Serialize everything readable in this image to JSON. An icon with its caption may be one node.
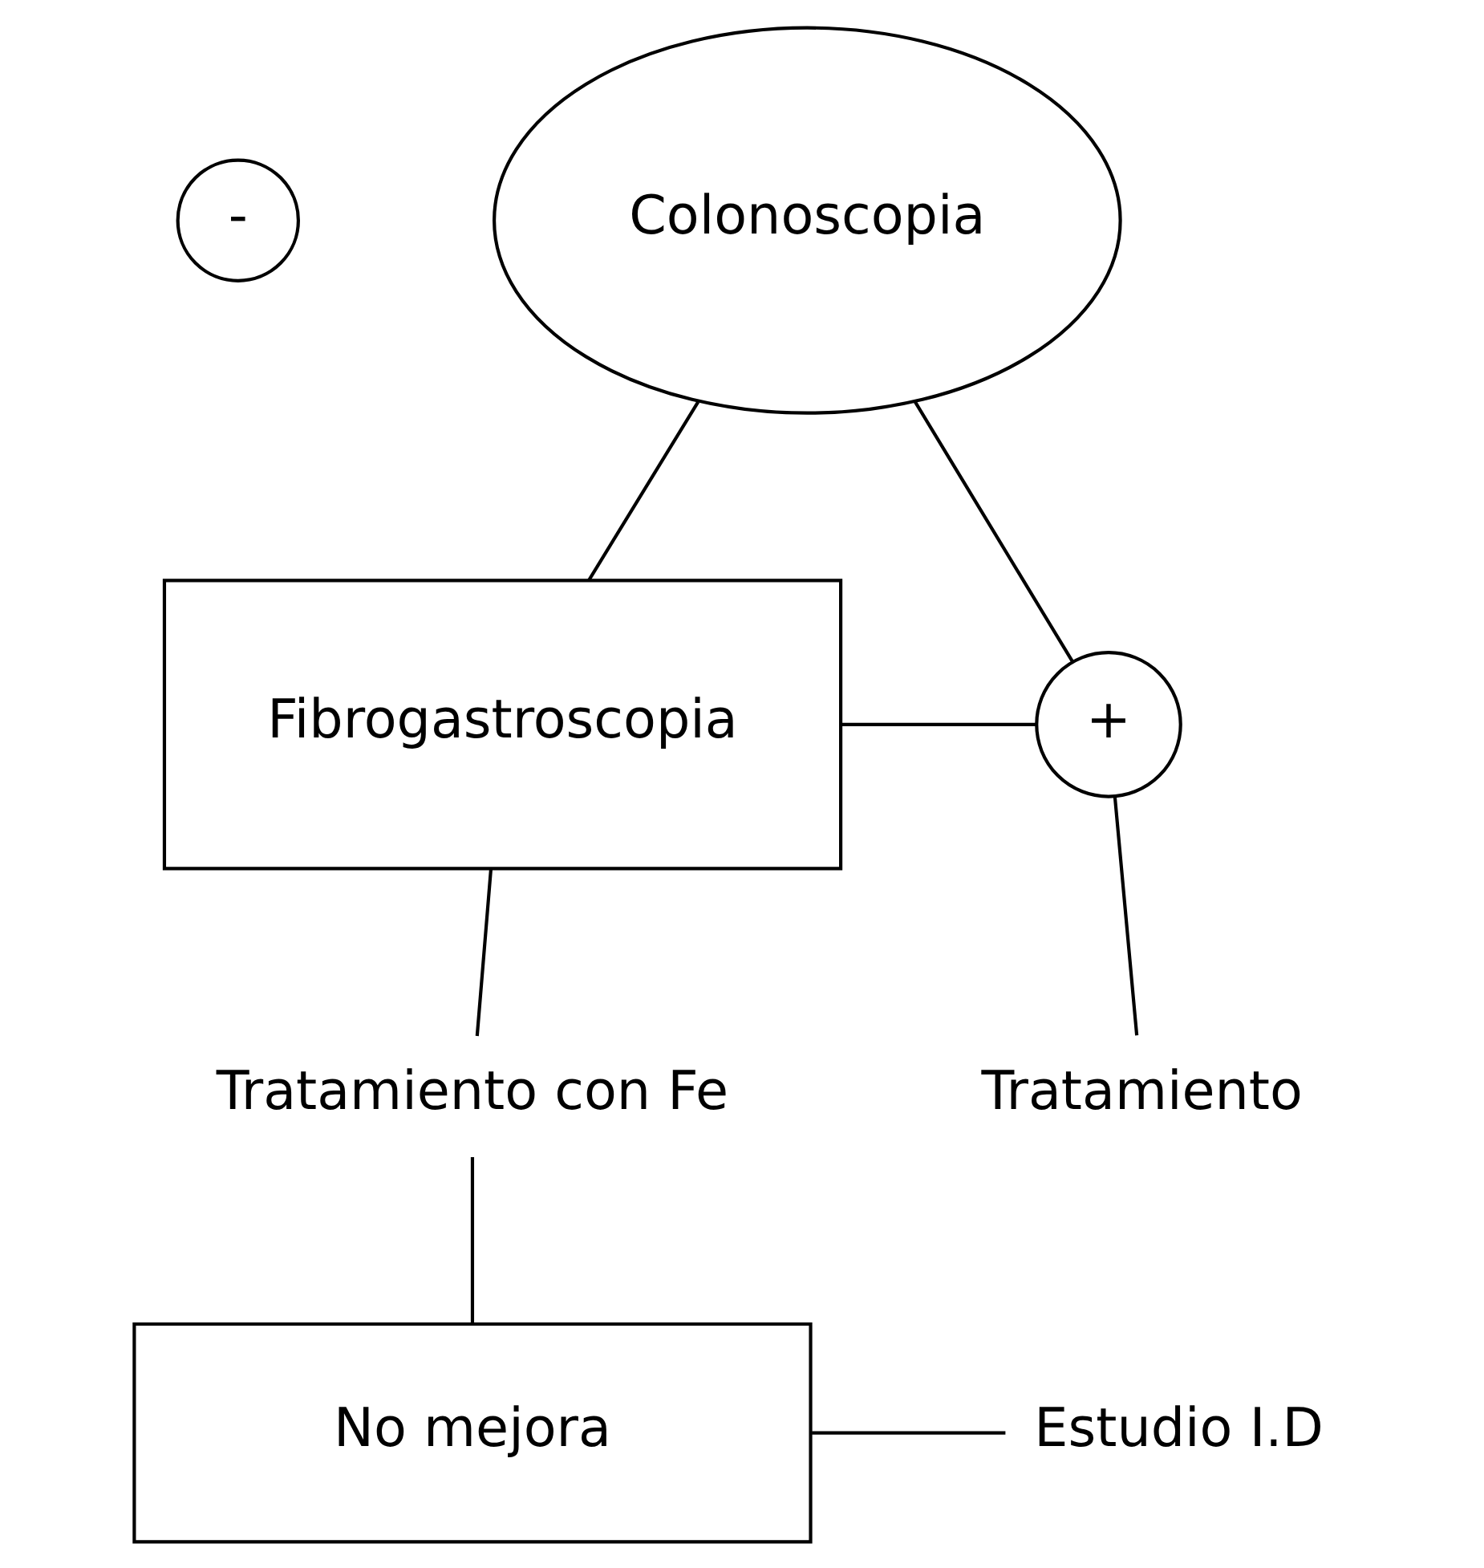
{
  "diagram": {
    "nodes": [
      {
        "text": [
          "-"
        ]
      },
      {
        "text": [
          "Colonoscopia"
        ]
      },
      {
        "text": [
          "Fibrogastroscopia"
        ]
      },
      {
        "text": [
          "+"
        ]
      },
      {
        "text": [
          "Tratamiento"
        ]
      },
      {
        "text": [
          "Tratamiento con Fe"
        ]
      },
      {
        "text": [
          "No mejora"
        ]
      },
      {
        "text": [
          "Estudio I.D"
        ]
      }
    ],
    "edges": [
      {
        "from": 1,
        "to": 2,
        "arrow": "none"
      },
      {
        "from": 1,
        "to": 3,
        "arrow": "none"
      },
      {
        "from": 2,
        "to": 3,
        "arrow": "none"
      },
      {
        "from": 3,
        "to": 4,
        "arrow": "none"
      },
      {
        "from": 2,
        "to": 5,
        "arrow": "none"
      },
      {
        "from": 5,
        "to": 6,
        "arrow": "none"
      },
      {
        "from": 6,
        "to": 7,
        "arrow": "none"
      }
    ]
  }
}
